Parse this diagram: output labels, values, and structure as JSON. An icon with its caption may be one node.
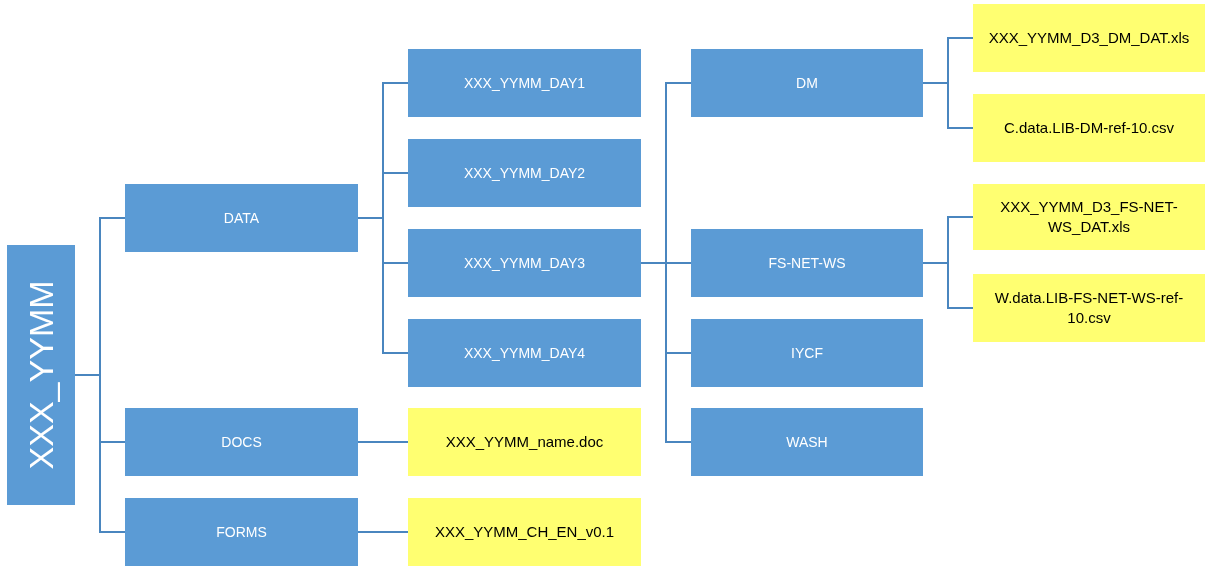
{
  "diagram": {
    "nodes": [
      {
        "text": [
          "XXX_YYMM"
        ]
      },
      {
        "text": [
          "DATA"
        ]
      },
      {
        "text": [
          "DOCS"
        ]
      },
      {
        "text": [
          "FORMS"
        ]
      },
      {
        "text": [
          "XXX_YYMM_DAY1"
        ]
      },
      {
        "text": [
          "XXX_YYMM_DAY2"
        ]
      },
      {
        "text": [
          "XXX_YYMM_DAY3"
        ]
      },
      {
        "text": [
          "XXX_YYMM_DAY4"
        ]
      },
      {
        "text": [
          "XXX_YYMM_name.doc"
        ]
      },
      {
        "text": [
          "XXX_YYMM_CH_EN_v0.1"
        ]
      },
      {
        "text": [
          "DM"
        ]
      },
      {
        "text": [
          "FS-NET-WS"
        ]
      },
      {
        "text": [
          "IYCF"
        ]
      },
      {
        "text": [
          "WASH"
        ]
      },
      {
        "text": [
          "XXX_YYMM_D3_DM_DAT.xls"
        ]
      },
      {
        "text": [
          "C.data.LIB-DM-ref-10.csv"
        ]
      },
      {
        "text": [
          "XXX_YYMM_D3_FS-NET-WS_DAT.xls"
        ]
      },
      {
        "text": [
          "W.data.LIB-FS-NET-WS-ref-10.csv"
        ]
      }
    ],
    "edges": [
      {
        "from": 0,
        "to": 1,
        "arrow": "none"
      },
      {
        "from": 0,
        "to": 2,
        "arrow": "none"
      },
      {
        "from": 0,
        "to": 3,
        "arrow": "none"
      },
      {
        "from": 1,
        "to": 4,
        "arrow": "none"
      },
      {
        "from": 1,
        "to": 5,
        "arrow": "none"
      },
      {
        "from": 1,
        "to": 6,
        "arrow": "none"
      },
      {
        "from": 1,
        "to": 7,
        "arrow": "none"
      },
      {
        "from": 2,
        "to": 8,
        "arrow": "none"
      },
      {
        "from": 3,
        "to": 9,
        "arrow": "none"
      },
      {
        "from": 6,
        "to": 10,
        "arrow": "none"
      },
      {
        "from": 6,
        "to": 11,
        "arrow": "none"
      },
      {
        "from": 6,
        "to": 12,
        "arrow": "none"
      },
      {
        "from": 6,
        "to": 13,
        "arrow": "none"
      },
      {
        "from": 10,
        "to": 14,
        "arrow": "none"
      },
      {
        "from": 10,
        "to": 15,
        "arrow": "none"
      },
      {
        "from": 11,
        "to": 16,
        "arrow": "none"
      },
      {
        "from": 11,
        "to": 17,
        "arrow": "none"
      }
    ]
  }
}
